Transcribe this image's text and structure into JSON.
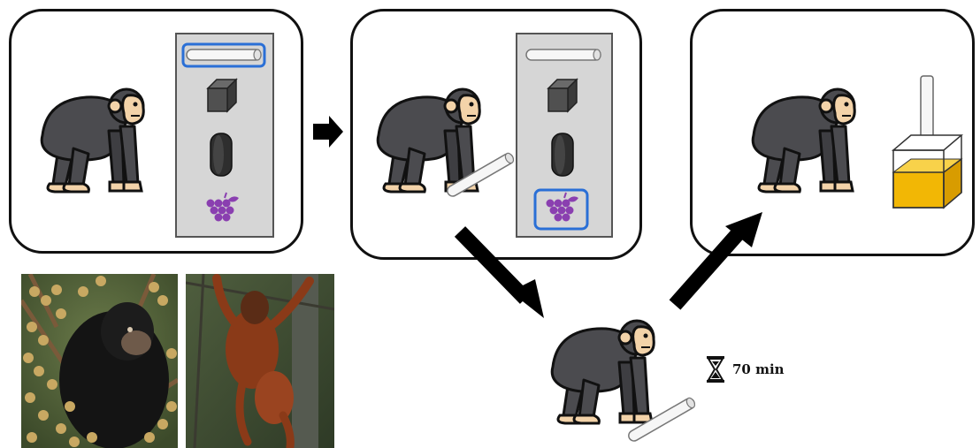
{
  "colors": {
    "chimp_body": "#4b4b4f",
    "chimp_outline": "#111111",
    "chimp_skin": "#f3d3a9",
    "tray": "#d6d6d6",
    "selection": "#2a6fd6",
    "grape": "#8a3fb0",
    "juice": "#f2b705",
    "arrow": "#000000"
  },
  "objects": [
    "tube-tool",
    "cube",
    "disc",
    "grapes"
  ],
  "timer": {
    "label": "70 min",
    "icon": "hourglass-icon"
  },
  "photos": [
    "chimpanzee-photo",
    "orangutan-photo"
  ]
}
